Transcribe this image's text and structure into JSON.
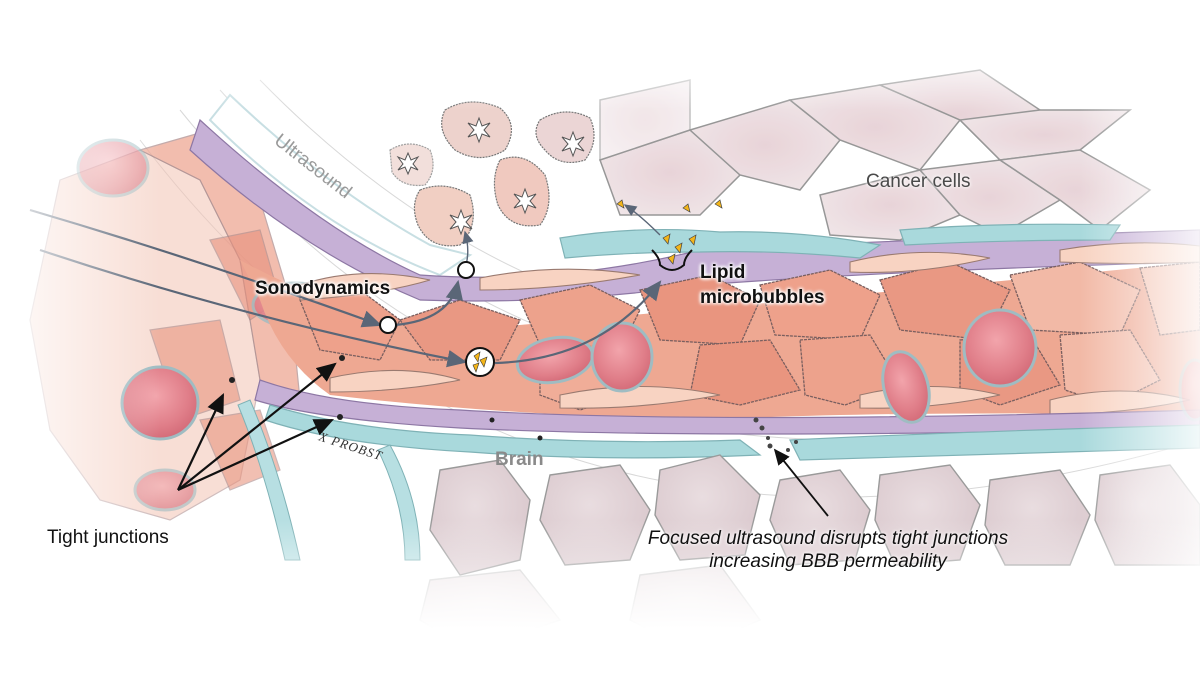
{
  "figure": {
    "description": "Illustration of focused ultrasound disrupting the blood-brain barrier",
    "colors": {
      "endothelial": "#e99a84",
      "endothelial_light": "#f6c7b3",
      "basement_membrane": "#b9a0cc",
      "astrocyte": "#a9d9dc",
      "red_blood_cell": "#e5828c",
      "cancer_cell": "#e8d7da",
      "drug_triangle": "#f3b51a",
      "arrow": "#5a6677"
    }
  },
  "labels": {
    "ultrasound": "Ultrasound",
    "cancer_cells": "Cancer cells",
    "sonodynamics": "Sonodynamics",
    "lipid_microbubbles_line1": "Lipid",
    "lipid_microbubbles_line2": "microbubbles",
    "brain": "Brain",
    "tight_junctions": "Tight junctions",
    "annotation_line1": "Focused ultrasound disrupts tight junctions",
    "annotation_line2": "increasing BBB permeability",
    "signature": "X PROBST"
  },
  "icons": {
    "sonosensitizer": "white-circle-icon",
    "microbubble": "microbubble-with-drugs-icon",
    "drug": "yellow-triangle-icon",
    "cell_death": "starburst-icon"
  }
}
